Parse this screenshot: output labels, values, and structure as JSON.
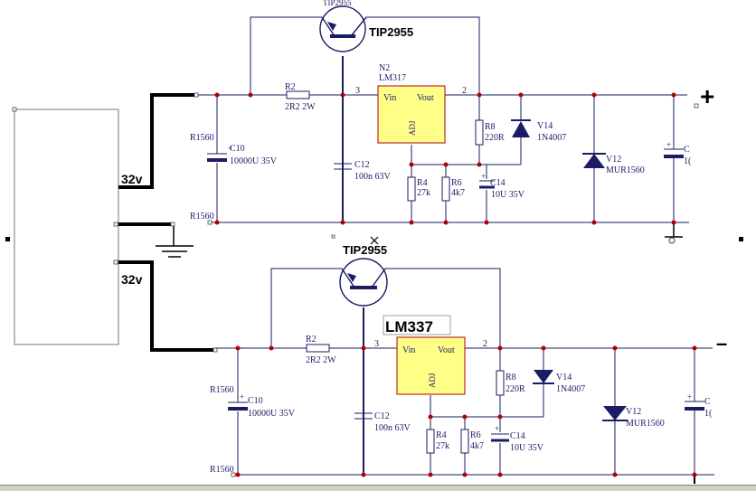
{
  "colors": {
    "wire": "#1b1b66",
    "net": "#000000",
    "junction": "#b00000",
    "regulator_fill": "#ffff88",
    "regulator_stroke": "#b00000"
  },
  "transformer": {
    "v_upper": "32v",
    "v_lower": "32v"
  },
  "upper": {
    "transistor": {
      "big": "TIP2955",
      "small": "TIP2955"
    },
    "regulator": {
      "ref": "N2",
      "part": "LM317",
      "vin": "Vin",
      "vout": "Vout",
      "adj": "ADJ",
      "pin_in": "3",
      "pin_out": "2"
    },
    "r2": {
      "ref": "R2",
      "value": "2R2 2W"
    },
    "c10": {
      "ref": "C10",
      "value": "10000U 35V"
    },
    "c12": {
      "ref": "C12",
      "value": "100n 63V"
    },
    "r8": {
      "ref": "R8",
      "value": "220R"
    },
    "r4": {
      "ref": "R4",
      "value": "27k"
    },
    "r6": {
      "ref": "R6",
      "value": "4k7"
    },
    "c14": {
      "ref": "C14",
      "value": "10U 35V"
    },
    "v14": {
      "ref": "V14",
      "value": "1N4007"
    },
    "v12": {
      "ref": "V12",
      "value": "MUR1560"
    },
    "c_right": {
      "ref": "C",
      "value": "1("
    },
    "left_label_top": "R1560",
    "left_label_bottom": "R1560",
    "polarity": "+"
  },
  "lower": {
    "transistor": {
      "big": "TIP2955"
    },
    "regulator": {
      "part_big": "LM337",
      "vin": "Vin",
      "vout": "Vout",
      "adj": "ADJ",
      "pin_in": "3",
      "pin_out": "2"
    },
    "r2": {
      "ref": "R2",
      "value": "2R2 2W"
    },
    "c10": {
      "ref": "C10",
      "value": "10000U 35V"
    },
    "c12": {
      "ref": "C12",
      "value": "100n 63V"
    },
    "r8": {
      "ref": "R8",
      "value": "220R"
    },
    "r4": {
      "ref": "R4",
      "value": "27k"
    },
    "r6": {
      "ref": "R6",
      "value": "4k7"
    },
    "c14": {
      "ref": "C14",
      "value": "10U 35V"
    },
    "v14": {
      "ref": "V14",
      "value": "1N4007"
    },
    "v12": {
      "ref": "V12",
      "value": "MUR1560"
    },
    "c_right": {
      "ref": "C",
      "value": "1("
    },
    "left_label_top": "R1560",
    "left_label_bottom": "R1560",
    "polarity": "–"
  }
}
